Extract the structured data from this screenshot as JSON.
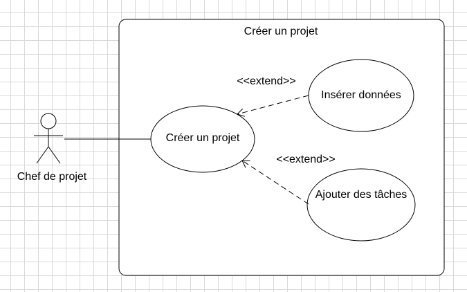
{
  "system": {
    "title": "Créer un projet"
  },
  "actor": {
    "label": "Chef de projet"
  },
  "use_cases": {
    "create_project": "Créer un projet",
    "insert_data": "Insérer données",
    "add_tasks": "Ajouter des tâches"
  },
  "relations": {
    "extend_insert": "<<extend>>",
    "extend_tasks": "<<extend>>"
  }
}
